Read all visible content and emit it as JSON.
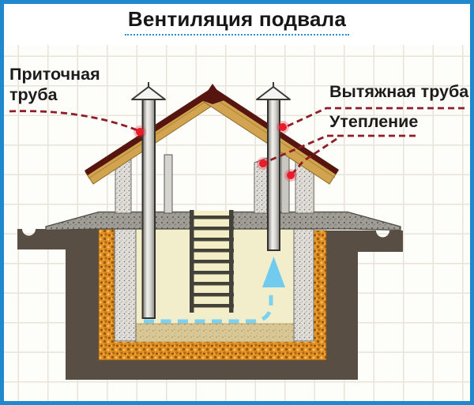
{
  "title": {
    "text": "Вентиляция подвала"
  },
  "labels": {
    "supply": "Приточная труба",
    "exhaust": "Вытяжная труба",
    "insulation": "Утепление"
  },
  "colors": {
    "frame_blue": "#2089cd",
    "title_underline_blue": "#2d8ecb",
    "grid_line": "#e9e4d9",
    "leader_dark_red": "#8e1d27",
    "callout_dot_red": "#ea1c2c",
    "airflow_light_blue": "#7cd1f1",
    "roof_wood_tan": "#d2a450",
    "roof_ridge_maroon": "#571510",
    "soil_dark": "#584e44",
    "gravel_orange": "#e29122",
    "cellar_interior_cream": "#f2edca",
    "concrete_wall_gray": "#e0ded8",
    "slab_gray": "#a09d96"
  }
}
